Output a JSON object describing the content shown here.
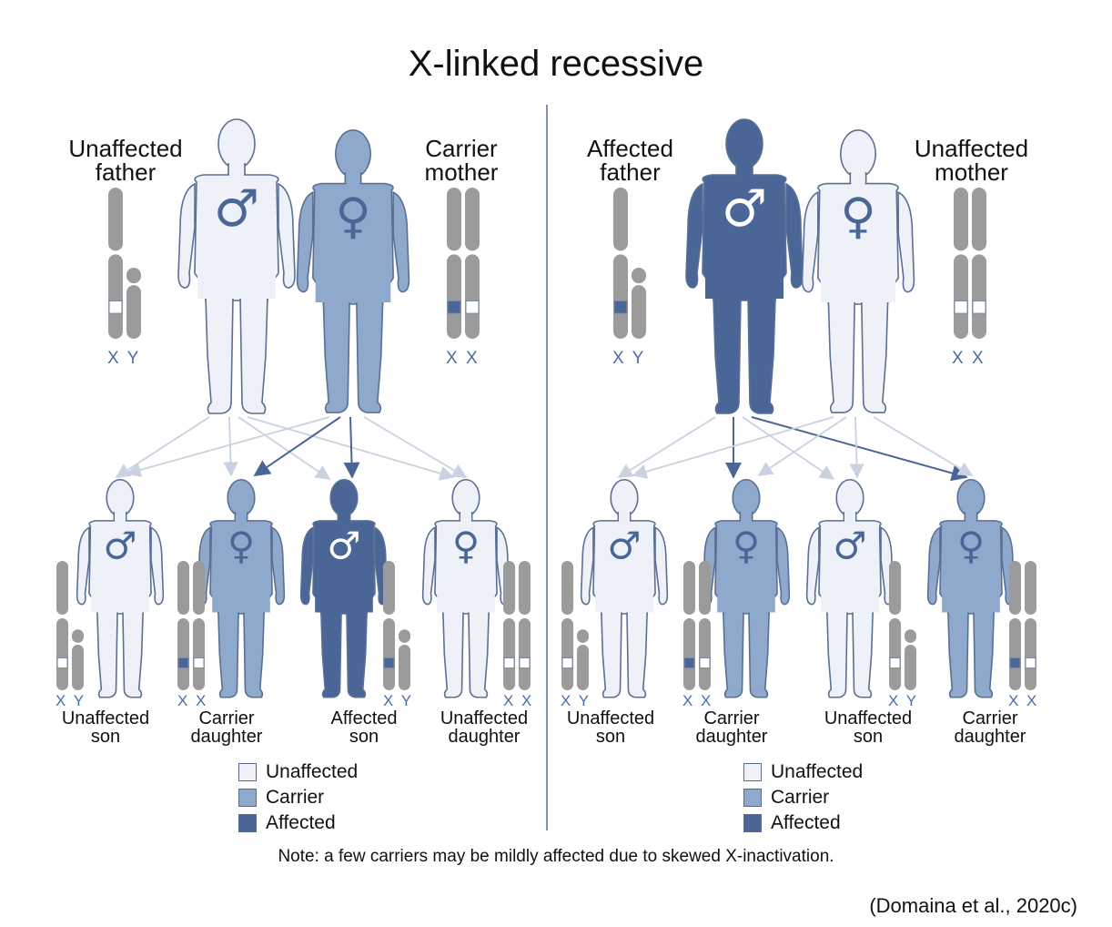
{
  "title": "X-linked recessive",
  "colors": {
    "unaffected": "#eef2f8",
    "carrier": "#8fa9cc",
    "affected": "#4a6697",
    "outline": "#5a6f93",
    "chromosome": "#9b9b9b",
    "arrow_light": "#c9d2e0",
    "arrow_dark": "#4a6697"
  },
  "left_panel": {
    "father": {
      "label_line1": "Unaffected",
      "label_line2": "father",
      "chrom": "X Y",
      "status": "unaffected",
      "symbol": "♂"
    },
    "mother": {
      "label_line1": "Carrier",
      "label_line2": "mother",
      "chrom": "X X",
      "status": "carrier",
      "symbol": "♀"
    },
    "children": [
      {
        "line1": "Unaffected",
        "line2": "son",
        "chrom": "X Y",
        "status": "unaffected",
        "symbol": "♂"
      },
      {
        "line1": "Carrier",
        "line2": "daughter",
        "chrom": "X X",
        "status": "carrier",
        "symbol": "♀"
      },
      {
        "line1": "Affected",
        "line2": "son",
        "chrom": "X Y",
        "status": "affected",
        "symbol": "♂"
      },
      {
        "line1": "Unaffected",
        "line2": "daughter",
        "chrom": "X X",
        "status": "unaffected",
        "symbol": "♀"
      }
    ]
  },
  "right_panel": {
    "father": {
      "label_line1": "Affected",
      "label_line2": "father",
      "chrom": "X Y",
      "status": "affected",
      "symbol": "♂"
    },
    "mother": {
      "label_line1": "Unaffected",
      "label_line2": "mother",
      "chrom": "X X",
      "status": "unaffected",
      "symbol": "♀"
    },
    "children": [
      {
        "line1": "Unaffected",
        "line2": "son",
        "chrom": "X Y",
        "status": "unaffected",
        "symbol": "♂"
      },
      {
        "line1": "Carrier",
        "line2": "daughter",
        "chrom": "X X",
        "status": "carrier",
        "symbol": "♀"
      },
      {
        "line1": "Unaffected",
        "line2": "son",
        "chrom": "X Y",
        "status": "unaffected",
        "symbol": "♂"
      },
      {
        "line1": "Carrier",
        "line2": "daughter",
        "chrom": "X X",
        "status": "carrier",
        "symbol": "♀"
      }
    ]
  },
  "legend": {
    "unaffected": "Unaffected",
    "carrier": "Carrier",
    "affected": "Affected"
  },
  "note": "Note: a few carriers may be mildly affected due to skewed X-inactivation.",
  "citation": "(Domaina et al., 2020c)"
}
